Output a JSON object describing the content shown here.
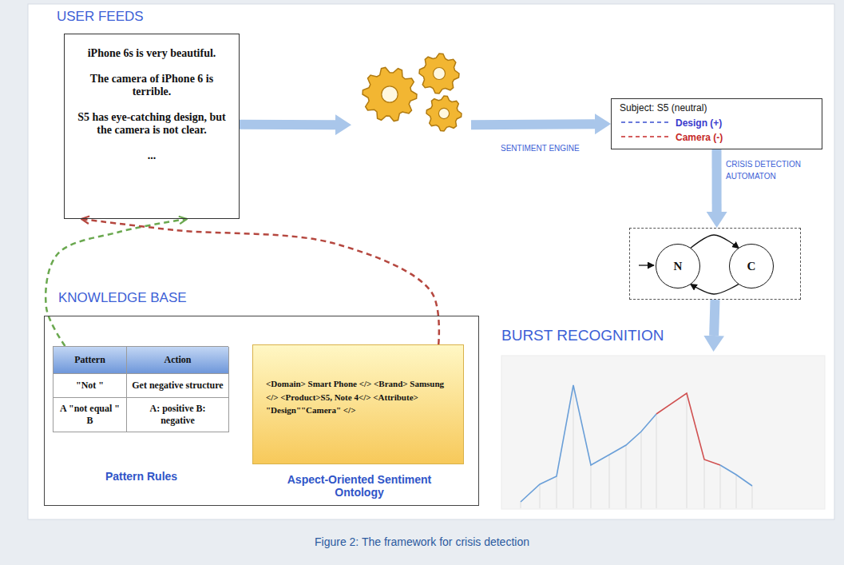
{
  "diagram": {
    "caption": "Figure 2: The framework for crisis detection",
    "nodes": [
      {
        "text": [
          "USER FEEDS",
          "iPhone 6s is very beautiful.",
          "The camera of iPhone 6 is terrible.",
          "S5 has eye-catching design, but the camera is not clear.",
          "..."
        ]
      },
      {
        "text": [
          "SENTIMENT ENGINE"
        ]
      },
      {
        "text": [
          "Subject: S5 (neutral)",
          "Design (+)",
          "Camera (-)"
        ]
      },
      {
        "text": [
          "CRISIS DETECTION AUTOMATON"
        ]
      },
      {
        "text": [
          "N"
        ],
        "in": 3
      },
      {
        "text": [
          "C"
        ],
        "in": 3
      },
      {
        "text": [
          "BURST RECOGNITION"
        ]
      },
      {
        "text": [
          "KNOWLEDGE BASE"
        ]
      },
      {
        "text": [
          "Pattern",
          "Action",
          "\"Not \"",
          "Get negative structure",
          "A \"not equal \" B",
          "A: positive B: negative",
          "Pattern Rules"
        ],
        "in": 7
      },
      {
        "text": [
          "<Domain> Smart Phone </> <Brand> Samsung </> <Product>S5, Note 4</> <Attribute> \"Design\"\"Camera\" </>",
          "Aspect-Oriented Sentiment Ontology"
        ],
        "in": 7
      }
    ],
    "edges": [
      {
        "from": 0,
        "to": 1,
        "arrow": "to"
      },
      {
        "from": 1,
        "to": 2,
        "arrow": "to"
      },
      {
        "from": 2,
        "to": 3,
        "arrow": "to"
      },
      {
        "from": 4,
        "to": 5,
        "arrow": "to"
      },
      {
        "from": 5,
        "to": 4,
        "arrow": "to"
      },
      {
        "from": 3,
        "to": 6,
        "arrow": "to"
      },
      {
        "from": 8,
        "to": 0,
        "arrow": "to"
      },
      {
        "from": 9,
        "to": 0,
        "arrow": "to"
      }
    ]
  }
}
